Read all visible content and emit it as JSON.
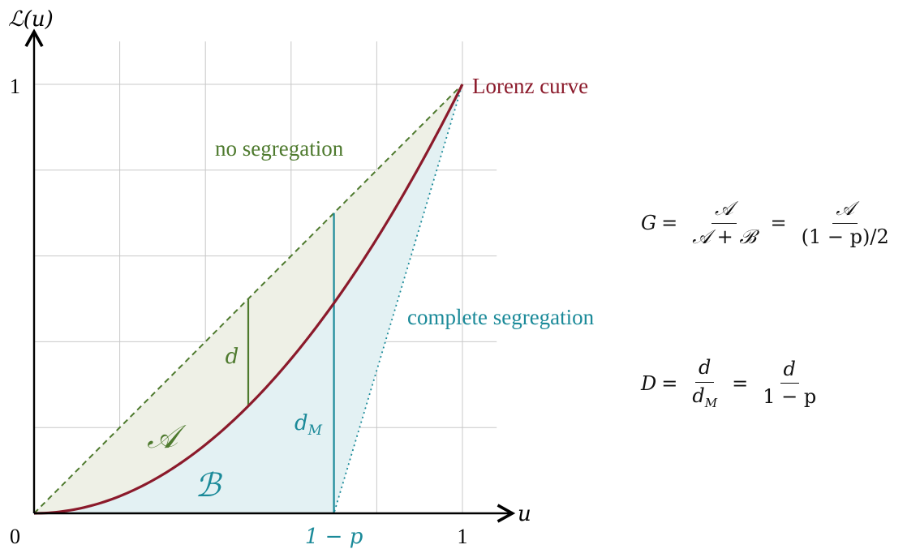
{
  "axes": {
    "y_label": "ℒ(u)",
    "x_label": "u",
    "origin_label": "0",
    "x_tick_one": "1",
    "y_tick_one": "1",
    "x_tick_p": "1 − p"
  },
  "labels": {
    "lorenz_curve": "Lorenz curve",
    "no_segregation": "no segregation",
    "complete_segregation": "complete segregation",
    "d": "d",
    "d_m": "d",
    "d_m_sub": "M",
    "area_a": "𝒜",
    "area_b": "ℬ"
  },
  "formulas": {
    "gini": {
      "lhs": "G",
      "eq": "=",
      "f1_num": "𝒜",
      "f1_den": "𝒜 + ℬ",
      "f2_num": "𝒜",
      "f2_den": "(1 − p)/2"
    },
    "dissimilarity": {
      "lhs": "D",
      "eq": "=",
      "f1_num": "d",
      "f1_den_base": "d",
      "f1_den_sub": "M",
      "f2_num": "d",
      "f2_den": "1 − p"
    }
  },
  "colors": {
    "lorenz": "#8b1a2b",
    "green": "#4e7a2e",
    "teal": "#1b8a99",
    "area_a_fill": "#eef0e6",
    "area_b_fill": "#e3f1f3",
    "grid": "#c8c8c8",
    "axis": "#000000"
  },
  "chart_data": {
    "type": "line",
    "x_range": [
      0,
      1
    ],
    "y_range": [
      0,
      1
    ],
    "grid": true,
    "p": 0.3,
    "d_at_u": 0.5,
    "series": [
      {
        "name": "Lorenz curve",
        "x": [
          0,
          0.1,
          0.2,
          0.3,
          0.4,
          0.5,
          0.6,
          0.7,
          0.8,
          0.9,
          1.0
        ],
        "y": [
          0,
          0.01,
          0.04,
          0.09,
          0.16,
          0.25,
          0.36,
          0.49,
          0.64,
          0.81,
          1.0
        ]
      },
      {
        "name": "no segregation",
        "x": [
          0,
          1
        ],
        "y": [
          0,
          1
        ]
      },
      {
        "name": "complete segregation",
        "x": [
          0,
          0.7,
          1
        ],
        "y": [
          0,
          0,
          1
        ]
      }
    ]
  }
}
